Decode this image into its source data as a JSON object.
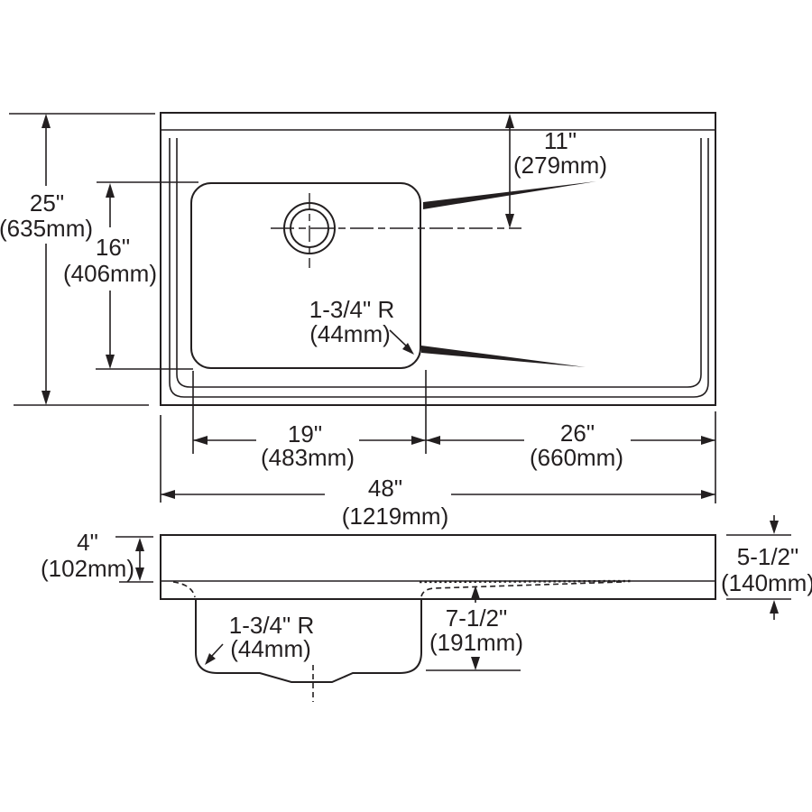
{
  "drawing": {
    "background": "#ffffff",
    "line_color": "#231f20",
    "top_view": {
      "overall_depth_in": "25\"",
      "overall_depth_mm": "(635mm)",
      "bowl_front_back_in": "16\"",
      "bowl_front_back_mm": "(406mm)",
      "drain_center_in": "11\"",
      "drain_center_mm": "(279mm)",
      "corner_radius_in": "1-3/4\" R",
      "corner_radius_mm": "(44mm)",
      "bowl_width_in": "19\"",
      "bowl_width_mm": "(483mm)",
      "drainboard_width_in": "26\"",
      "drainboard_width_mm": "(660mm)",
      "overall_width_in": "48\"",
      "overall_width_mm": "(1219mm)"
    },
    "side_view": {
      "ledge_depth_in": "4\"",
      "ledge_depth_mm": "(102mm)",
      "overall_height_in": "5-1/2\"",
      "overall_height_mm": "(140mm)",
      "bowl_depth_in": "7-1/2\"",
      "bowl_depth_mm": "(191mm)",
      "bowl_radius_in": "1-3/4\" R",
      "bowl_radius_mm": "(44mm)"
    }
  }
}
